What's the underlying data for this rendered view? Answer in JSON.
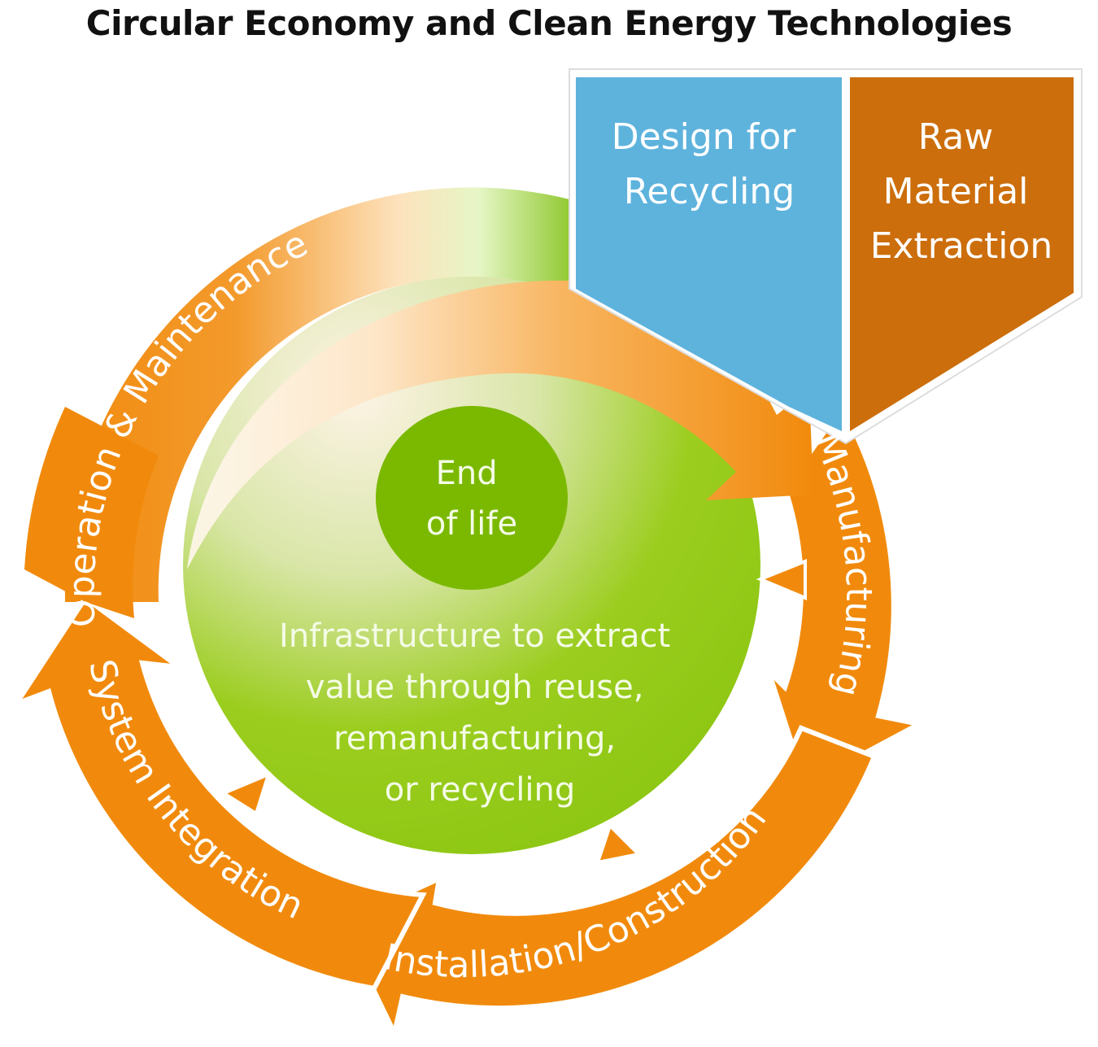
{
  "title": "Circular Economy and Clean Energy Technologies",
  "stages": {
    "operation": "Operation & Maintenance",
    "manufacturing": "Manufacturing",
    "installation": "Installation/Construction",
    "system_integration": "System Integration"
  },
  "boxes": {
    "design": [
      "Design for",
      "Recycling"
    ],
    "raw": [
      "Raw",
      "Material",
      "Extraction"
    ]
  },
  "center": {
    "end_of_life": [
      "End",
      "of life"
    ],
    "infrastructure": [
      "Infrastructure to extract",
      "value through reuse,",
      "remanufacturing,",
      "or recycling"
    ]
  },
  "colors": {
    "orange": "#f18a0c",
    "blue": "#5eb3dd",
    "brown": "#cc6e0b",
    "green": "#8cc812",
    "dark_green": "#78b800"
  }
}
